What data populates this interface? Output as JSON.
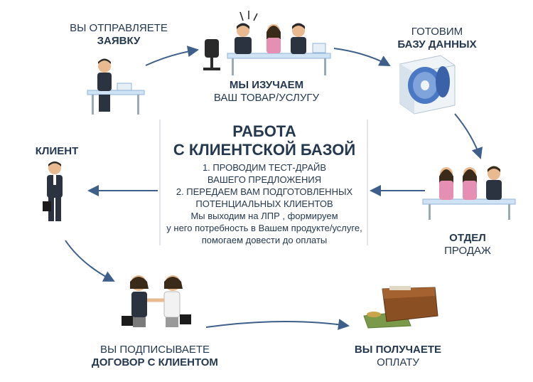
{
  "center": {
    "title_line1": "РАБОТА",
    "title_line2": "С КЛИЕНТСКОЙ БАЗОЙ",
    "lines": [
      "1. ПРОВОДИМ ТЕСТ-ДРАЙВ",
      "ВАШЕГО ПРЕДЛОЖЕНИЯ",
      "2. ПЕРЕДАЕМ ВАМ ПОДГОТОВЛЕННЫХ",
      "ПОТЕНЦИАЛЬНЫХ КЛИЕНТОВ",
      "Мы выходим на ЛПР , формируем",
      "у него потребность в Вашем продукте/услуге,",
      "помогаем довести до оплаты"
    ]
  },
  "steps": {
    "request": {
      "line1": "ВЫ ОТПРАВЛЯЕТЕ",
      "line2": "ЗАЯВКУ"
    },
    "study": {
      "line1": "МЫ ИЗУЧАЕМ",
      "line2": "ВАШ ТОВАР/УСЛУГУ"
    },
    "database": {
      "line1": "ГОТОВИМ",
      "line2": "БАЗУ ДАННЫХ"
    },
    "sales": {
      "line1": "ОТДЕЛ",
      "line2": "ПРОДАЖ"
    },
    "payment": {
      "line1": "ВЫ ПОЛУЧАЕТЕ",
      "line2": "ОПЛАТУ"
    },
    "contract": {
      "line1": "ВЫ ПОДПИСЫВАЕТЕ",
      "line2": "ДОГОВОР С КЛИЕНТОМ"
    },
    "client": {
      "line1": "КЛИЕНТ"
    }
  },
  "colors": {
    "text": "#24384f",
    "arrow": "#3d5f8a",
    "divider": "#d8dde3",
    "desk": "#cfe3f5",
    "suit": "#2b3340",
    "shirt_pink": "#e58fb3",
    "money": "#7a9a4a",
    "wallet": "#8a4f22"
  }
}
